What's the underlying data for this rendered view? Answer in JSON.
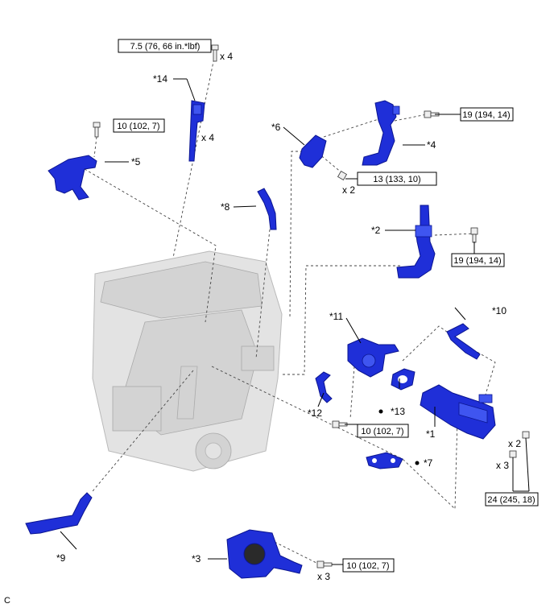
{
  "callouts": {
    "p1": "*1",
    "p2": "*2",
    "p3": "*3",
    "p4": "*4",
    "p5": "*5",
    "p6": "*6",
    "p7": "*7",
    "p8": "*8",
    "p9": "*9",
    "p10": "*10",
    "p11": "*11",
    "p12": "*12",
    "p13": "*13",
    "p14": "*14"
  },
  "torques": {
    "t1": "7.5 (76, 66 in.*lbf)",
    "t2": "10 (102, 7)",
    "t3": "19 (194, 14)",
    "t4": "13 (133, 10)",
    "t5": "19 (194, 14)",
    "t6": "10 (102, 7)",
    "t7": "24 (245, 18)",
    "t8": "10 (102, 7)"
  },
  "quantities": {
    "q1": "x 4",
    "q2": "x 4",
    "q3": "x 2",
    "q4": "x 2",
    "q5": "x 3",
    "q6": "x 3"
  },
  "figure_letter": "C",
  "colors": {
    "part_blue": "#1f2fd8",
    "engine_gray": "#e3e3e3"
  }
}
